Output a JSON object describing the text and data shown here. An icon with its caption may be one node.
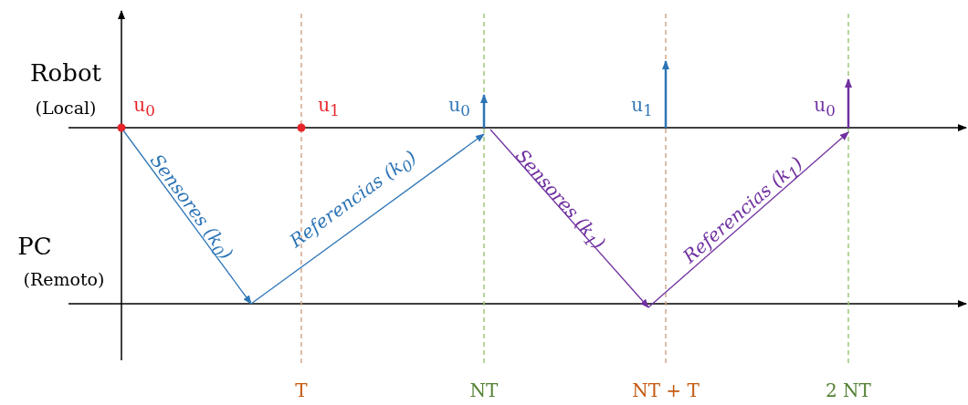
{
  "diagram": {
    "labels": [
      "Robot",
      "(Local)",
      "PC",
      "(Remoto)",
      "u$_{0}$",
      "u$_{1}$",
      "Sensores (k$_{0}$)",
      "Referencias (k$_{0}$)",
      "u$_{0}$",
      "u$_{1}$",
      "Sensores (k$_{1}$)",
      "Referencias (k$_{1}$)",
      "u$_{0}$",
      "T",
      "NT",
      "NT + T",
      "2 NT"
    ]
  }
}
